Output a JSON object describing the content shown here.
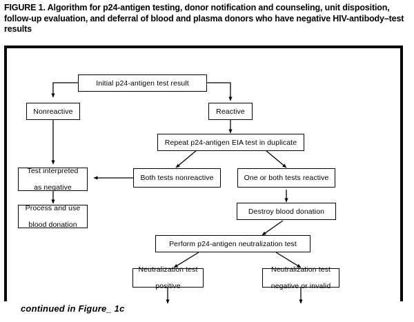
{
  "figure": {
    "caption": "FIGURE 1. Algorithm for p24-antigen testing, donor notification and counseling, unit disposition, follow-up evaluation, and deferral of blood and plasma donors who have negative HIV-antibody–test results",
    "continued_note": "continued in Figure_ 1c"
  },
  "chart_data": {
    "type": "diagram",
    "title": "Algorithm for p24-antigen testing",
    "nodes": [
      {
        "id": "initial",
        "label": "Initial p24-antigen test result"
      },
      {
        "id": "nonreactive",
        "label": "Nonreactive"
      },
      {
        "id": "reactive",
        "label": "Reactive"
      },
      {
        "id": "repeat",
        "label": "Repeat p24-antigen EIA test in duplicate"
      },
      {
        "id": "test_negative",
        "label": "Test interpreted\nas negative"
      },
      {
        "id": "both_nonreact",
        "label": "Both tests nonreactive"
      },
      {
        "id": "one_or_both",
        "label": "One or both tests reactive"
      },
      {
        "id": "process_use",
        "label": "Process and use\nblood donation"
      },
      {
        "id": "destroy",
        "label": "Destroy blood donation"
      },
      {
        "id": "neutralization",
        "label": "Perform p24-antigen neutralization test"
      },
      {
        "id": "neut_positive",
        "label": "Neutralization test\npositive"
      },
      {
        "id": "neut_negative",
        "label": "Neutralization test\nnegative or invalid"
      }
    ],
    "edges": [
      {
        "from": "initial",
        "to": "nonreactive",
        "style": "elbow"
      },
      {
        "from": "initial",
        "to": "reactive",
        "style": "elbow"
      },
      {
        "from": "nonreactive",
        "to": "test_negative",
        "style": "straight"
      },
      {
        "from": "reactive",
        "to": "repeat",
        "style": "straight"
      },
      {
        "from": "repeat",
        "to": "both_nonreact",
        "style": "diagonal"
      },
      {
        "from": "repeat",
        "to": "one_or_both",
        "style": "diagonal"
      },
      {
        "from": "both_nonreact",
        "to": "test_negative",
        "style": "horizontal"
      },
      {
        "from": "test_negative",
        "to": "process_use",
        "style": "straight"
      },
      {
        "from": "one_or_both",
        "to": "destroy",
        "style": "straight"
      },
      {
        "from": "destroy",
        "to": "neutralization",
        "style": "diagonal"
      },
      {
        "from": "neutralization",
        "to": "neut_positive",
        "style": "diagonal"
      },
      {
        "from": "neutralization",
        "to": "neut_negative",
        "style": "diagonal"
      },
      {
        "from": "neut_positive",
        "to": "continues-below",
        "style": "straight"
      },
      {
        "from": "neut_negative",
        "to": "continues-below",
        "style": "straight"
      }
    ],
    "colors": {
      "line": "#000000",
      "box_fill": "#ffffff",
      "text": "#000000"
    }
  },
  "nodes": {
    "initial": "Initial p24-antigen test result",
    "nonreactive": "Nonreactive",
    "reactive": "Reactive",
    "repeat": "Repeat p24-antigen EIA test in duplicate",
    "test_negative_l1": "Test interpreted",
    "test_negative_l2": "as negative",
    "both_nonreact": "Both tests nonreactive",
    "one_or_both": "One or both tests reactive",
    "process_use_l1": "Process and use",
    "process_use_l2": "blood donation",
    "destroy": "Destroy blood donation",
    "neutralization": "Perform p24-antigen neutralization test",
    "neut_positive_l1": "Neutralization test",
    "neut_positive_l2": "positive",
    "neut_negative_l1": "Neutralization test",
    "neut_negative_l2": "negative or invalid"
  }
}
